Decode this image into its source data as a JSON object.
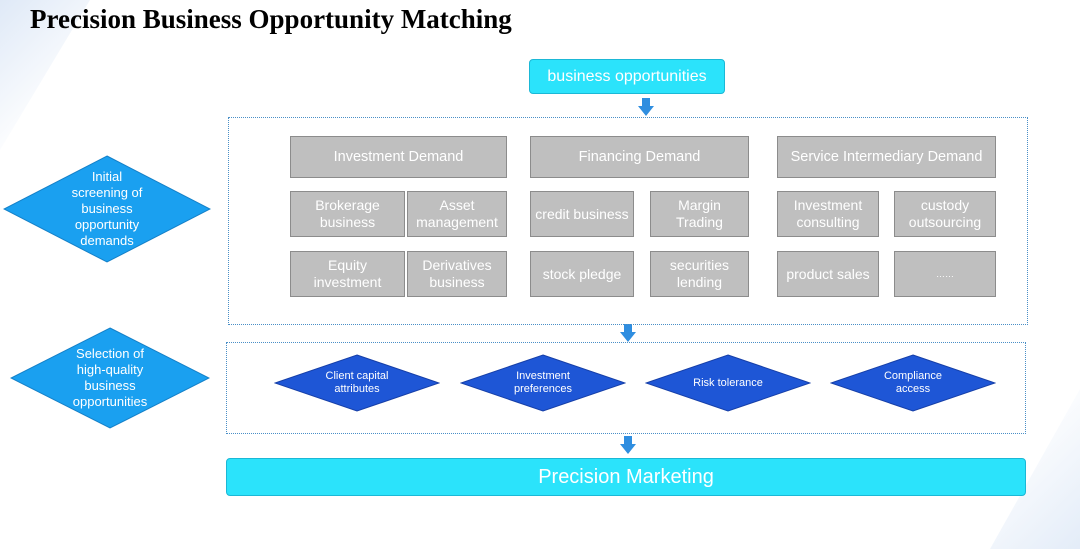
{
  "title": "Precision Business Opportunity Matching",
  "top_node": "business opportunities",
  "side_labels": {
    "initial_screening": "Initial screening of business opportunity demands",
    "selection": "Selection of high-quality business opportunities"
  },
  "categories": [
    {
      "name": "Investment Demand",
      "items": [
        "Brokerage business",
        "Asset management",
        "Equity investment",
        "Derivatives business"
      ]
    },
    {
      "name": "Financing Demand",
      "items": [
        "credit business",
        "Margin Trading",
        "stock pledge",
        "securities lending"
      ]
    },
    {
      "name": "Service Intermediary Demand",
      "items": [
        "Investment consulting",
        "custody outsourcing",
        "product sales",
        "……"
      ]
    }
  ],
  "criteria": [
    "Client capital attributes",
    "Investment preferences",
    "Risk tolerance",
    "Compliance access"
  ],
  "bottom_node": "Precision Marketing",
  "colors": {
    "cyan_box": "#2be3fb",
    "blue_diamond": "#1aa0f0",
    "dark_blue_diamond": "#1e56d6",
    "gray_cell": "#bfbfbf",
    "arrow": "#2f8ee0"
  },
  "icons": [
    "arrow-down-icon"
  ]
}
